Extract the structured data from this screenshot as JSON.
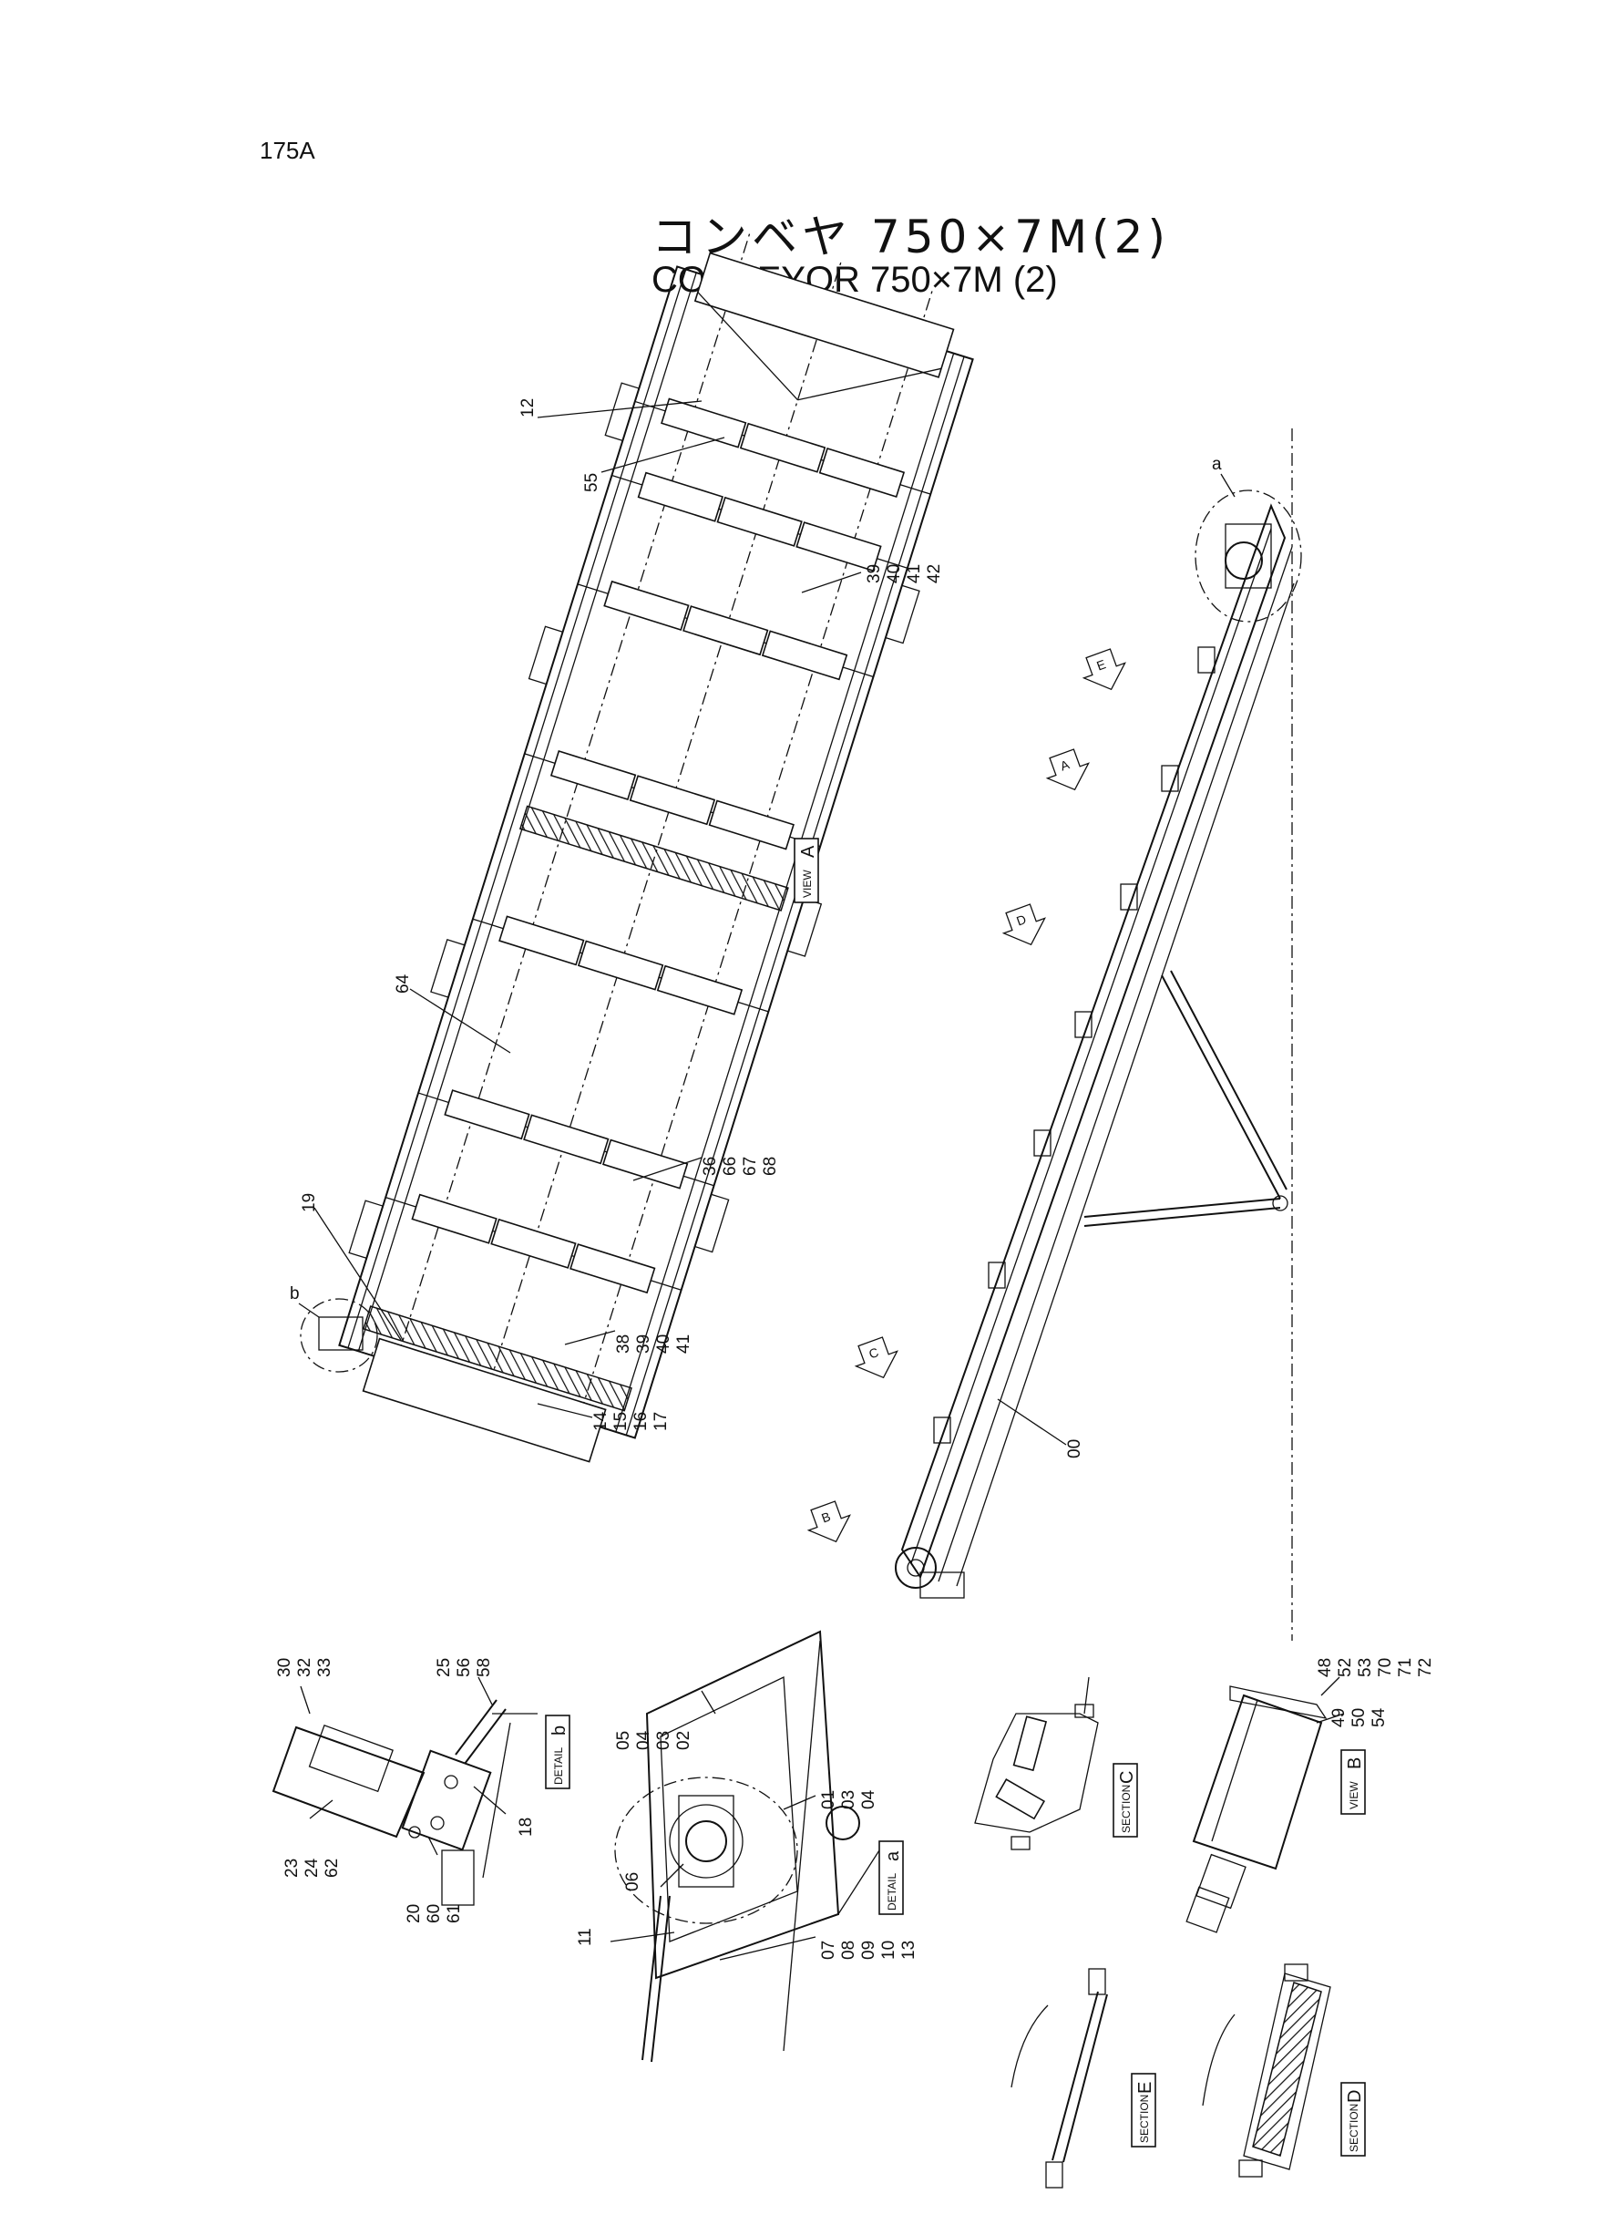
{
  "page_number": "175A",
  "title_jp": "コンベヤ 750×7M(2)",
  "title_en": "CONVEYOR  750×7M (2)",
  "view_tags": [
    {
      "id": "view-a",
      "small": "VIEW",
      "letter": "A"
    },
    {
      "id": "view-b",
      "small": "VIEW",
      "letter": "B"
    },
    {
      "id": "section-c",
      "small": "SECTION",
      "letter": "C"
    },
    {
      "id": "section-d",
      "small": "SECTION",
      "letter": "D"
    },
    {
      "id": "section-e",
      "small": "SECTION",
      "letter": "E"
    },
    {
      "id": "detail-a",
      "small": "DETAIL",
      "letter": "a"
    },
    {
      "id": "detail-b",
      "small": "DETAIL",
      "letter": "b"
    }
  ],
  "arrow_markers": [
    "A",
    "B",
    "C",
    "D",
    "E"
  ],
  "detail_circle_labels": [
    "a",
    "b"
  ],
  "part_callouts": [
    {
      "id": "c12",
      "lines": [
        "12"
      ]
    },
    {
      "id": "c55",
      "lines": [
        "55"
      ]
    },
    {
      "id": "c39a",
      "lines": [
        "39",
        "40",
        "41",
        "42"
      ]
    },
    {
      "id": "c64",
      "lines": [
        "64"
      ]
    },
    {
      "id": "c36",
      "lines": [
        "36",
        "66",
        "67",
        "68"
      ]
    },
    {
      "id": "c19",
      "lines": [
        "19"
      ]
    },
    {
      "id": "c38",
      "lines": [
        "38",
        "39",
        "40",
        "41"
      ]
    },
    {
      "id": "c14",
      "lines": [
        "14",
        "15",
        "16",
        "17"
      ]
    },
    {
      "id": "c00",
      "lines": [
        "00"
      ]
    },
    {
      "id": "c30",
      "lines": [
        "30",
        "32",
        "33"
      ]
    },
    {
      "id": "c25",
      "lines": [
        "25",
        "56",
        "58"
      ]
    },
    {
      "id": "c23",
      "lines": [
        "23",
        "24",
        "62"
      ]
    },
    {
      "id": "c18",
      "lines": [
        "18"
      ]
    },
    {
      "id": "c20",
      "lines": [
        "20",
        "60",
        "61"
      ]
    },
    {
      "id": "c05",
      "lines": [
        "05",
        "04",
        "03",
        "02"
      ]
    },
    {
      "id": "c01",
      "lines": [
        "01",
        "03",
        "04"
      ]
    },
    {
      "id": "c06",
      "lines": [
        "06"
      ]
    },
    {
      "id": "c11",
      "lines": [
        "11"
      ]
    },
    {
      "id": "c07",
      "lines": [
        "07",
        "08",
        "09",
        "10",
        "13"
      ]
    },
    {
      "id": "c48",
      "lines": [
        "48",
        "52",
        "53",
        "70",
        "71",
        "72"
      ]
    },
    {
      "id": "c49",
      "lines": [
        "49",
        "50",
        "54"
      ]
    }
  ]
}
